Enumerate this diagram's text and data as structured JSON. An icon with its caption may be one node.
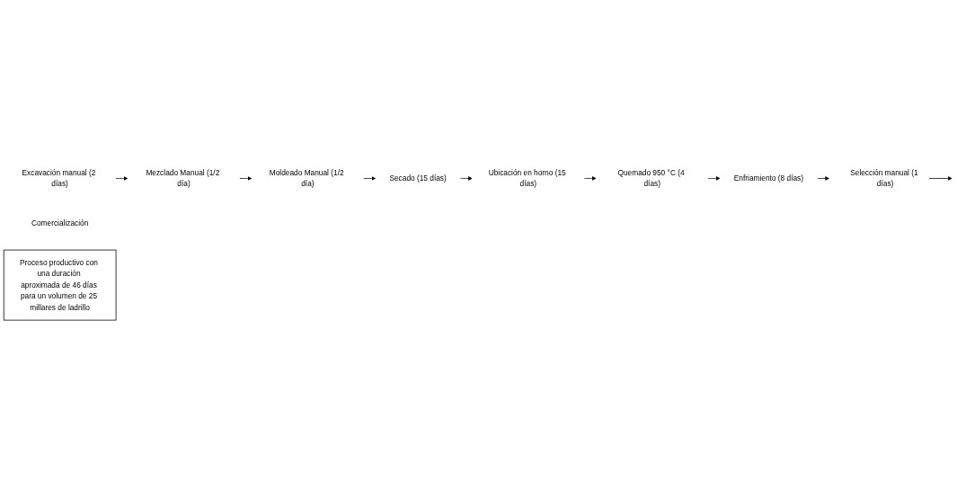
{
  "diagram": {
    "nodes": [
      {
        "text": [
          "Excavación manual (2 días)"
        ]
      },
      {
        "text": [
          "Mezclado Manual (1/2 día)"
        ]
      },
      {
        "text": [
          "Moldeado Manual (1/2 día)"
        ]
      },
      {
        "text": [
          "Secado (15 días)"
        ]
      },
      {
        "text": [
          "Ubicación en horno (15 días)"
        ]
      },
      {
        "text": [
          "Quemado 950 °C (4 días)"
        ]
      },
      {
        "text": [
          "Enfriamiento (8 días)"
        ]
      },
      {
        "text": [
          "Selección manual (1 días)"
        ]
      },
      {
        "text": [
          "Comercialización"
        ]
      },
      {
        "text": [
          "Proceso productivo con una duración aproximada de 46 días para un volumen de 25 millares de ladrillo"
        ]
      }
    ],
    "edges": [
      {
        "from": 0,
        "to": 1,
        "arrow": "to"
      },
      {
        "from": 1,
        "to": 2,
        "arrow": "to"
      },
      {
        "from": 2,
        "to": 3,
        "arrow": "to"
      },
      {
        "from": 3,
        "to": 4,
        "arrow": "to"
      },
      {
        "from": 4,
        "to": 5,
        "arrow": "to"
      },
      {
        "from": 5,
        "to": 6,
        "arrow": "to"
      },
      {
        "from": 6,
        "to": 7,
        "arrow": "to"
      },
      {
        "from": 7,
        "to": null,
        "arrow": "to"
      }
    ]
  }
}
